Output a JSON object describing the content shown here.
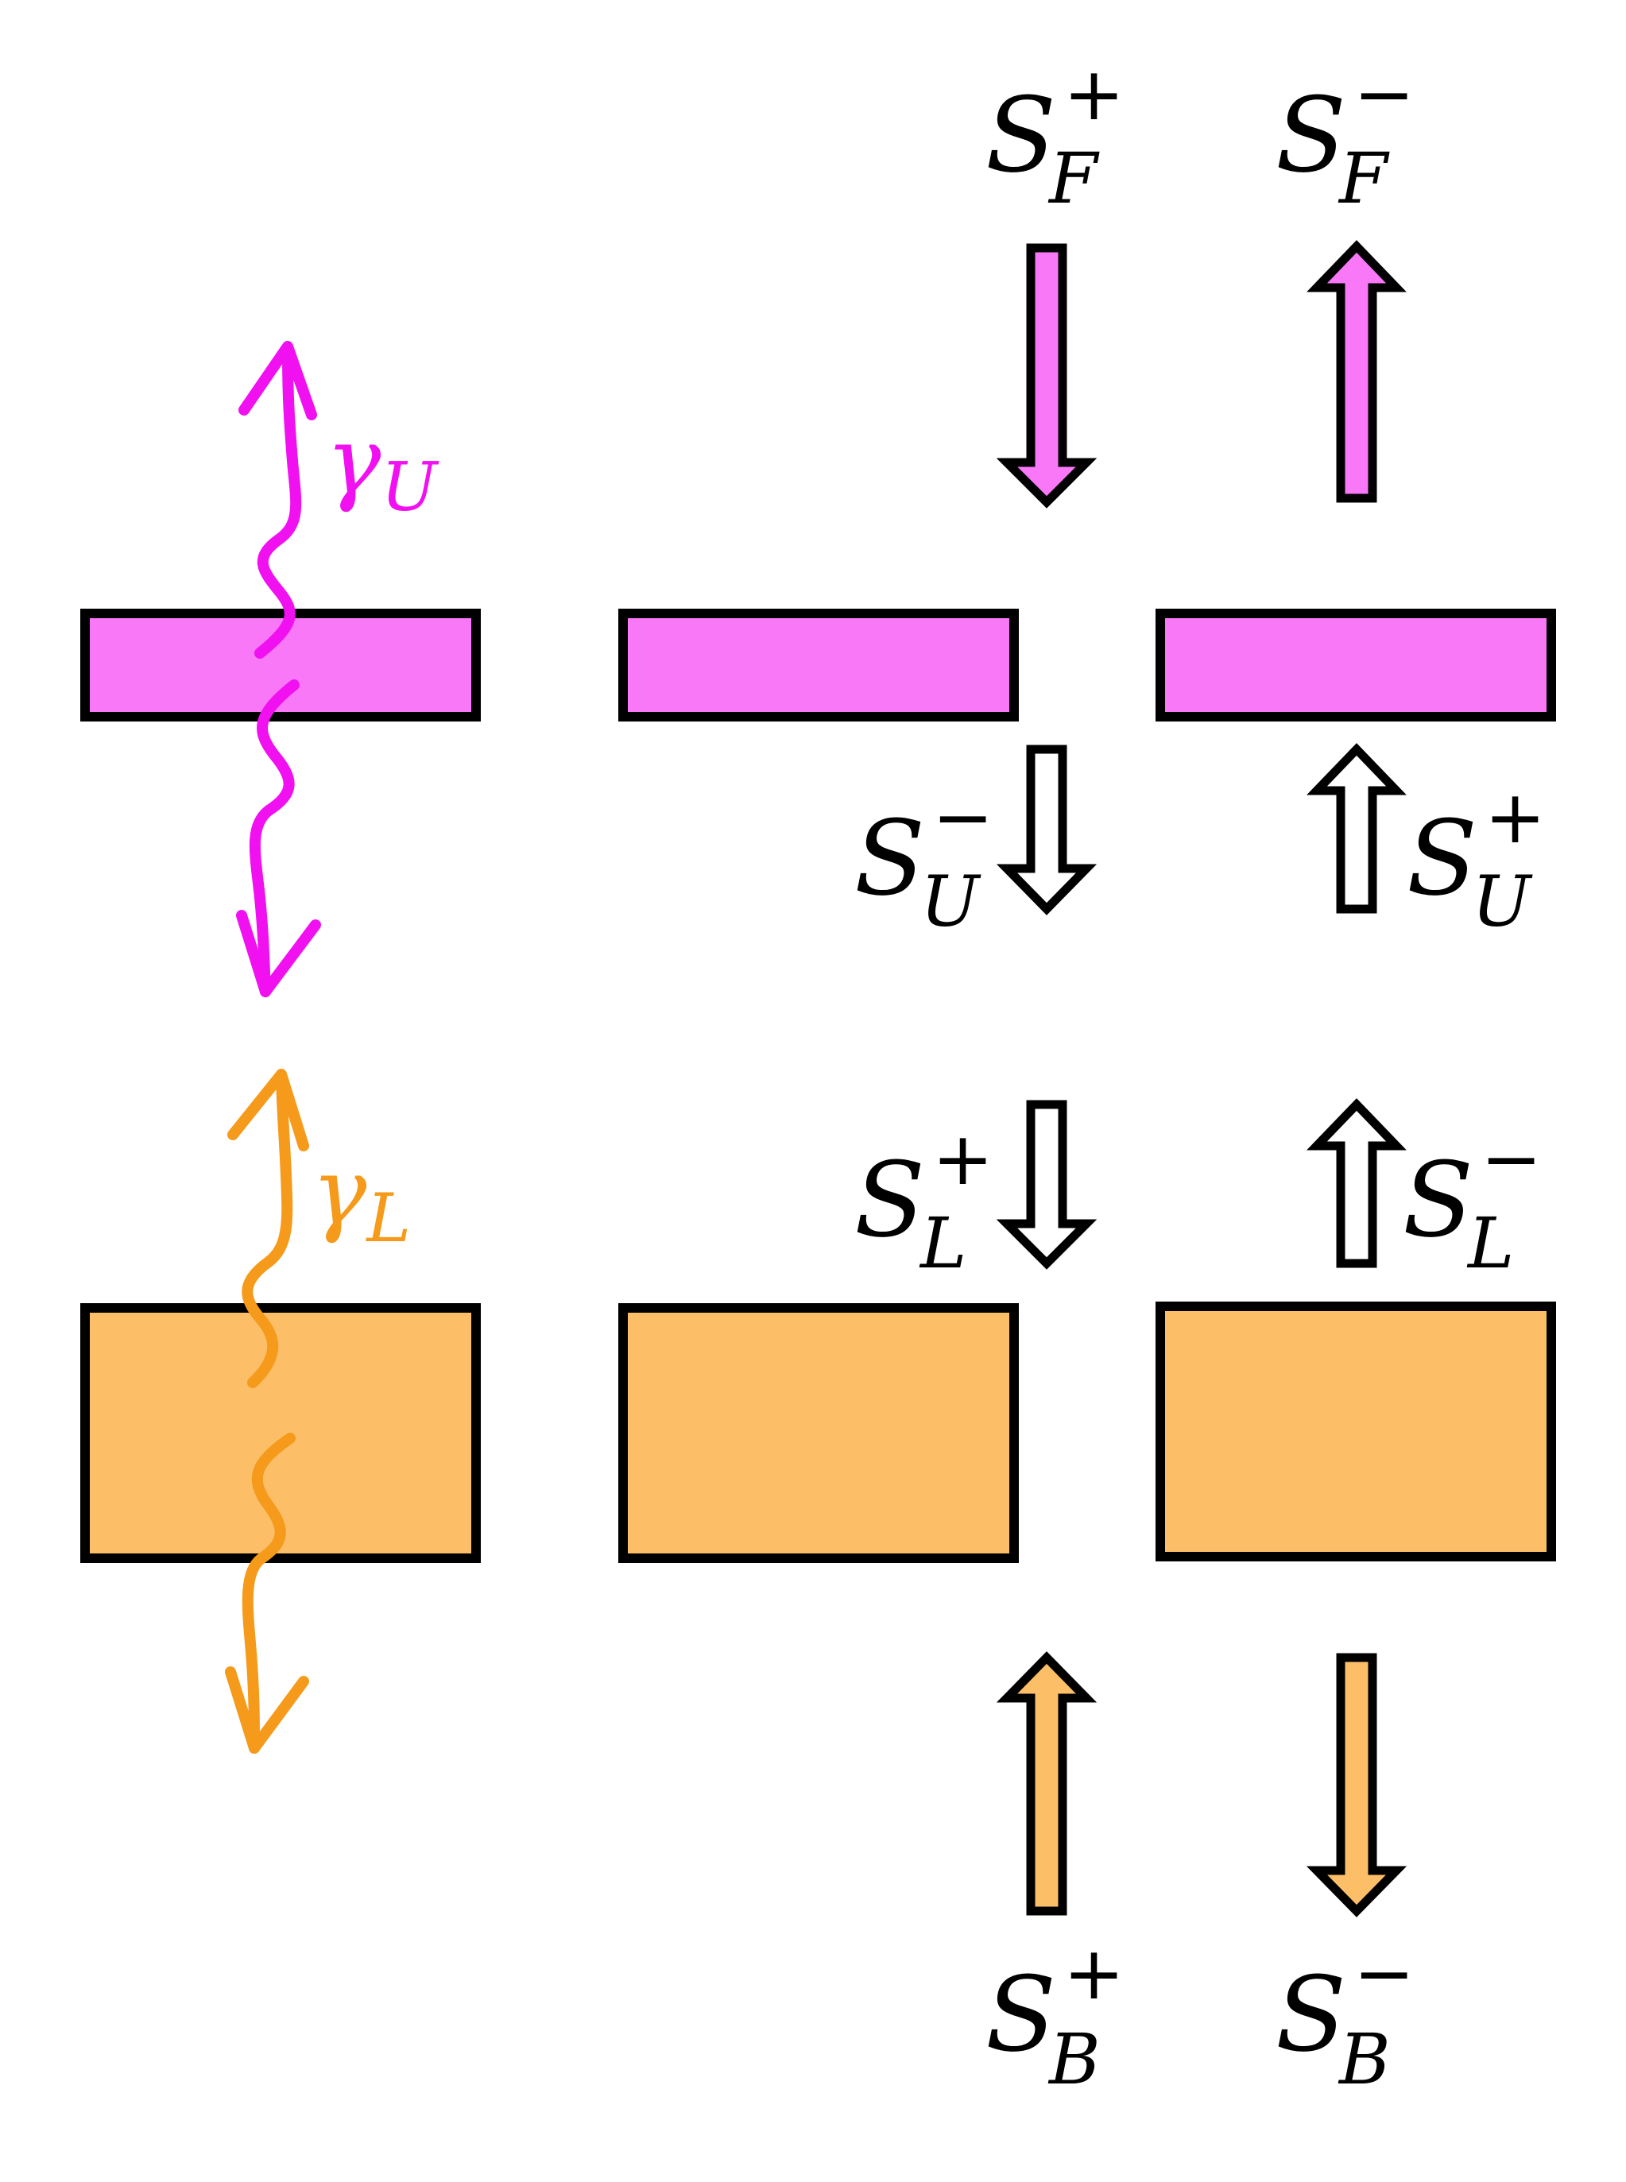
{
  "colors": {
    "upper": "#f878f8",
    "upper_wave": "#f010f0",
    "lower": "#fdbe68",
    "lower_wave": "#f59a1a",
    "outline": "#000000",
    "hollow": "#ffffff"
  },
  "labels": {
    "gamma_u": {
      "sym": "γ",
      "sub": "U"
    },
    "gamma_l": {
      "sym": "γ",
      "sub": "L"
    },
    "s_f_plus": {
      "sym": "S",
      "sup": "+",
      "sub": "F"
    },
    "s_f_minus": {
      "sym": "S",
      "sup": "−",
      "sub": "F"
    },
    "s_u_minus": {
      "sym": "S",
      "sup": "−",
      "sub": "U"
    },
    "s_u_plus": {
      "sym": "S",
      "sup": "+",
      "sub": "U"
    },
    "s_l_plus": {
      "sym": "S",
      "sup": "+",
      "sub": "L"
    },
    "s_l_minus": {
      "sym": "S",
      "sup": "−",
      "sub": "L"
    },
    "s_b_plus": {
      "sym": "S",
      "sup": "+",
      "sub": "B"
    },
    "s_b_minus": {
      "sym": "S",
      "sup": "−",
      "sub": "B"
    }
  }
}
